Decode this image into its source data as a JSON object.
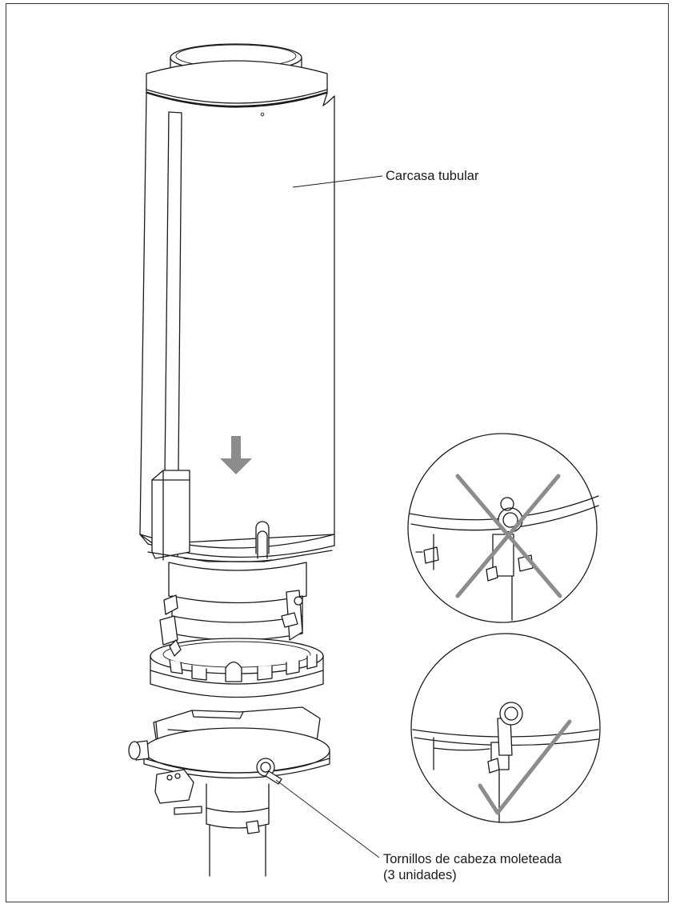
{
  "labels": {
    "casing": "Carcasa tubular",
    "screws_line1": "Tornillos de cabeza moleteada",
    "screws_line2": "(3 unidades)"
  },
  "icons": {
    "arrow": "down-arrow-icon",
    "wrong": "cross-mark-icon",
    "right": "check-mark-icon"
  },
  "colors": {
    "ink": "#1a1a1a",
    "arrow": "#8c8c8c",
    "mark": "#8c8c8c"
  }
}
